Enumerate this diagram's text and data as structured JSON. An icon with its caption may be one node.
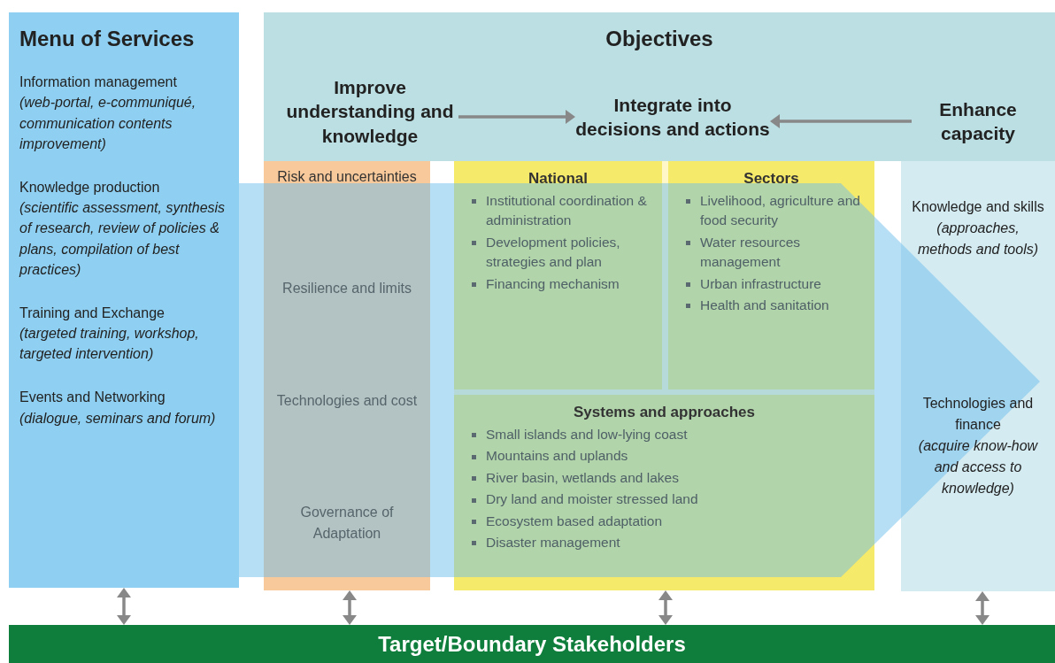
{
  "diagram": {
    "nodes": [
      {
        "text": [
          "Menu of Services",
          "Information management",
          "(web-portal, e-communiqué, communication contents improvement)",
          "Knowledge production",
          "(scientific assessment, synthesis of research, review of policies & plans, compilation of best practices)",
          "Training and Exchange",
          "(targeted training, workshop, targeted intervention)",
          "Events and Networking",
          "(dialogue, seminars and forum)"
        ]
      },
      {
        "text": [
          "Objectives"
        ]
      },
      {
        "text": [
          "Improve understanding and knowledge"
        ],
        "in": 1
      },
      {
        "text": [
          "Integrate into decisions and actions"
        ],
        "in": 1
      },
      {
        "text": [
          "Enhance capacity"
        ],
        "in": 1
      },
      {
        "text": [
          "Risk and uncertainties",
          "Resilience and limits",
          "Technologies and cost",
          "Governance of Adaptation"
        ]
      },
      {
        "text": [],
        "shape": "box"
      },
      {
        "text": [
          "National",
          "Institutional coordination & administration",
          "Development policies, strategies and plan",
          "Financing mechanism"
        ],
        "in": 6
      },
      {
        "text": [
          "Sectors",
          "Livelihood, agriculture and food security",
          "Water resources management",
          "Urban infrastructure",
          "Health and sanitation"
        ],
        "in": 6
      },
      {
        "text": [
          "Systems and approaches",
          "Small islands and low-lying coast",
          "Mountains and uplands",
          "River basin, wetlands and lakes",
          "Dry land and moister stressed land",
          "Ecosystem based adaptation",
          "Disaster management"
        ],
        "in": 6
      },
      {
        "text": [
          "Knowledge and skills",
          "(approaches, methods and tools)",
          "Technologies and finance",
          "(acquire know-how and access to knowledge)"
        ]
      },
      {
        "text": [
          "Target/Boundary Stakeholders"
        ]
      }
    ],
    "edges": [
      {
        "from": 2,
        "to": 3,
        "arrow": "to"
      },
      {
        "from": 4,
        "to": 3,
        "arrow": "to"
      },
      {
        "from": 0,
        "to": 11,
        "arrow": "both"
      },
      {
        "from": 5,
        "to": 11,
        "arrow": "both"
      },
      {
        "from": 6,
        "to": 11,
        "arrow": "both"
      },
      {
        "from": 10,
        "to": 11,
        "arrow": "both"
      }
    ]
  }
}
